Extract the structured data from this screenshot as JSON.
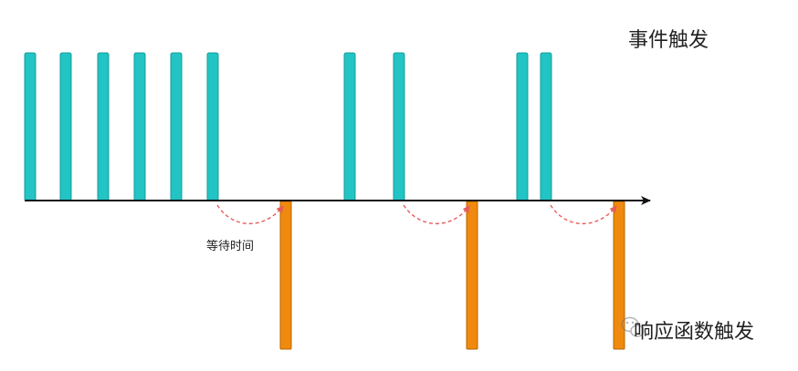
{
  "labels": {
    "event_trigger": "事件触发",
    "wait_time": "等待时间",
    "response_trigger": "响应函数触发"
  },
  "colors": {
    "event_bar": "#22c4c4",
    "event_bar_stroke": "#159c9c",
    "response_bar": "#f08a0e",
    "response_bar_stroke": "#b86400",
    "axis": "#111111",
    "wait_arrow": "#e65c5c"
  },
  "icons": {
    "watermark": "wechat-logo-icon"
  }
}
